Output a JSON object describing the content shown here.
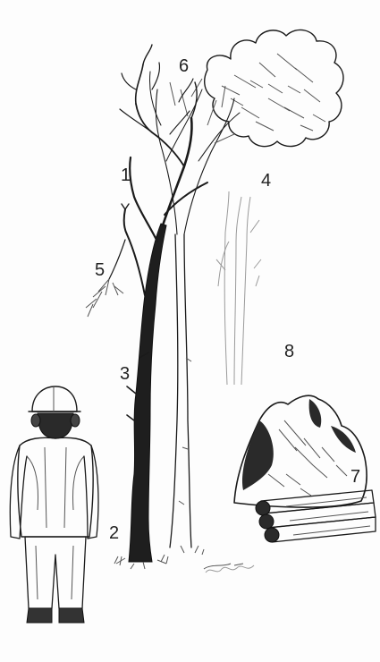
{
  "labels": {
    "l1": "1",
    "l2": "2",
    "l3": "3",
    "l4": "4",
    "l5": "5",
    "l6": "6",
    "l7": "7",
    "l8": "8"
  },
  "colors": {
    "ink": "#1a1a1a",
    "paper": "#fdfdfd"
  }
}
